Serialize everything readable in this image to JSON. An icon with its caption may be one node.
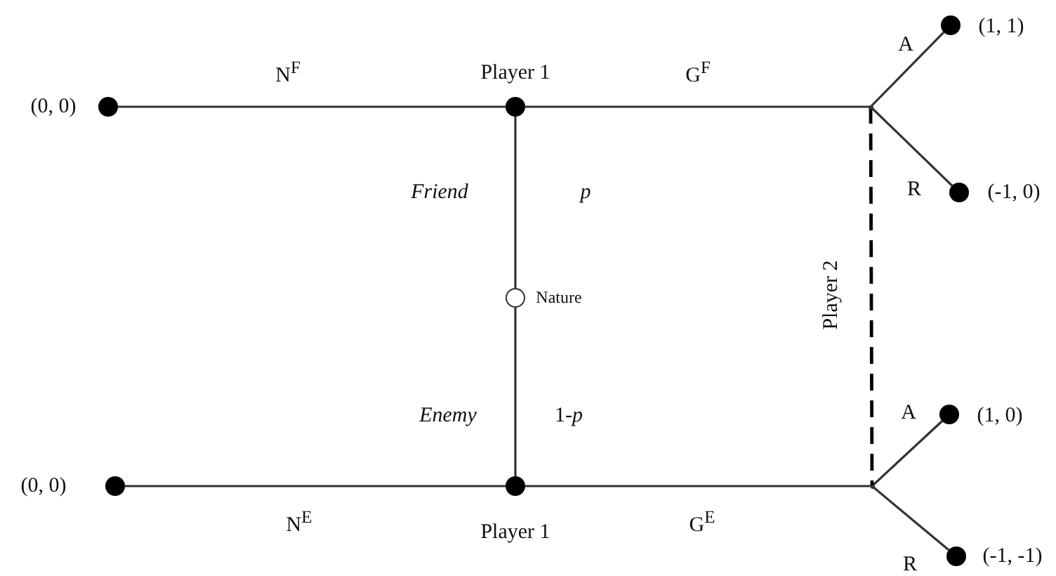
{
  "diagram": {
    "nodes": [
      {
        "text": [],
        "shape": "circle",
        "beside": [
          "(0, 0)"
        ]
      },
      {
        "text": [],
        "shape": "circle",
        "beside": [
          "Player 1"
        ]
      },
      {
        "text": [],
        "shape": "point"
      },
      {
        "text": [],
        "shape": "circle",
        "beside": [
          "(1, 1)"
        ]
      },
      {
        "text": [],
        "shape": "circle",
        "beside": [
          "(-1, 0)"
        ]
      },
      {
        "text": [],
        "shape": "circle",
        "beside": [
          "Nature"
        ]
      },
      {
        "text": [],
        "shape": "circle",
        "beside": [
          "(0, 0)"
        ]
      },
      {
        "text": [],
        "shape": "circle",
        "beside": [
          "Player 1"
        ]
      },
      {
        "text": [],
        "shape": "point"
      },
      {
        "text": [],
        "shape": "circle",
        "beside": [
          "(1, 0)"
        ]
      },
      {
        "text": [],
        "shape": "circle",
        "beside": [
          "(-1, -1)"
        ]
      }
    ],
    "edges": [
      {
        "from": 1,
        "to": 0,
        "arrow": "none",
        "label": "N$^{F}$"
      },
      {
        "from": 1,
        "to": 2,
        "arrow": "none",
        "label": "G$^{F}$"
      },
      {
        "from": 2,
        "to": 3,
        "arrow": "none",
        "label": "A"
      },
      {
        "from": 2,
        "to": 4,
        "arrow": "none",
        "label": "R"
      },
      {
        "from": 5,
        "to": 1,
        "arrow": "none",
        "label": "Friend"
      },
      {
        "from": 5,
        "to": 7,
        "arrow": "none",
        "label": "Enemy"
      },
      {
        "from": 7,
        "to": 6,
        "arrow": "none",
        "label": "N$^{E}$"
      },
      {
        "from": 7,
        "to": 8,
        "arrow": "none",
        "label": "G$^{E}$"
      },
      {
        "from": 8,
        "to": 9,
        "arrow": "none",
        "label": "A"
      },
      {
        "from": 8,
        "to": 10,
        "arrow": "none",
        "label": "R"
      },
      {
        "from": 2,
        "to": 8,
        "arrow": "none",
        "label": "Player 2",
        "style": "dashed"
      }
    ],
    "labels": [
      "p",
      "1-*p*"
    ]
  }
}
